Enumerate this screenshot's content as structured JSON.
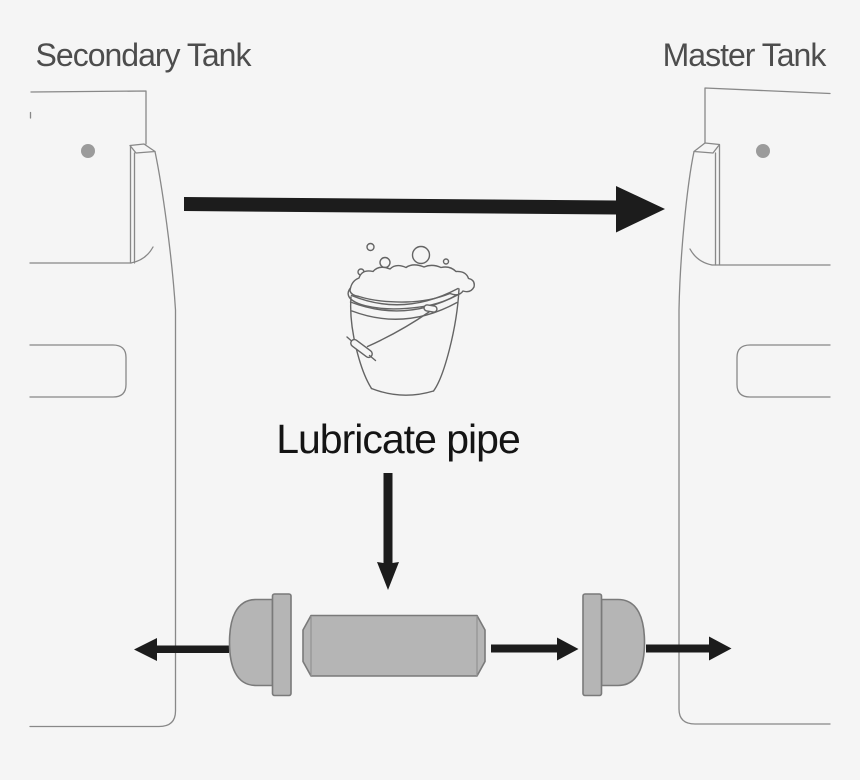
{
  "diagram": {
    "secondary_tank_label": "Secondary Tank",
    "master_tank_label": "Master Tank",
    "pipe_label": "Lubricate pipe"
  },
  "colors": {
    "background": "#f5f5f5",
    "tank_outline": "#888888",
    "tank_label": "#4d4d4d",
    "pipe_label_color": "#141414",
    "arrow_black": "#1c1c1c",
    "pipe_fill": "#b5b5b5",
    "pipe_stroke": "#7a7a7a",
    "pipe_inner_line": "#929292",
    "bucket_outline": "#646464",
    "rivet_dot": "#9b9b9b"
  }
}
